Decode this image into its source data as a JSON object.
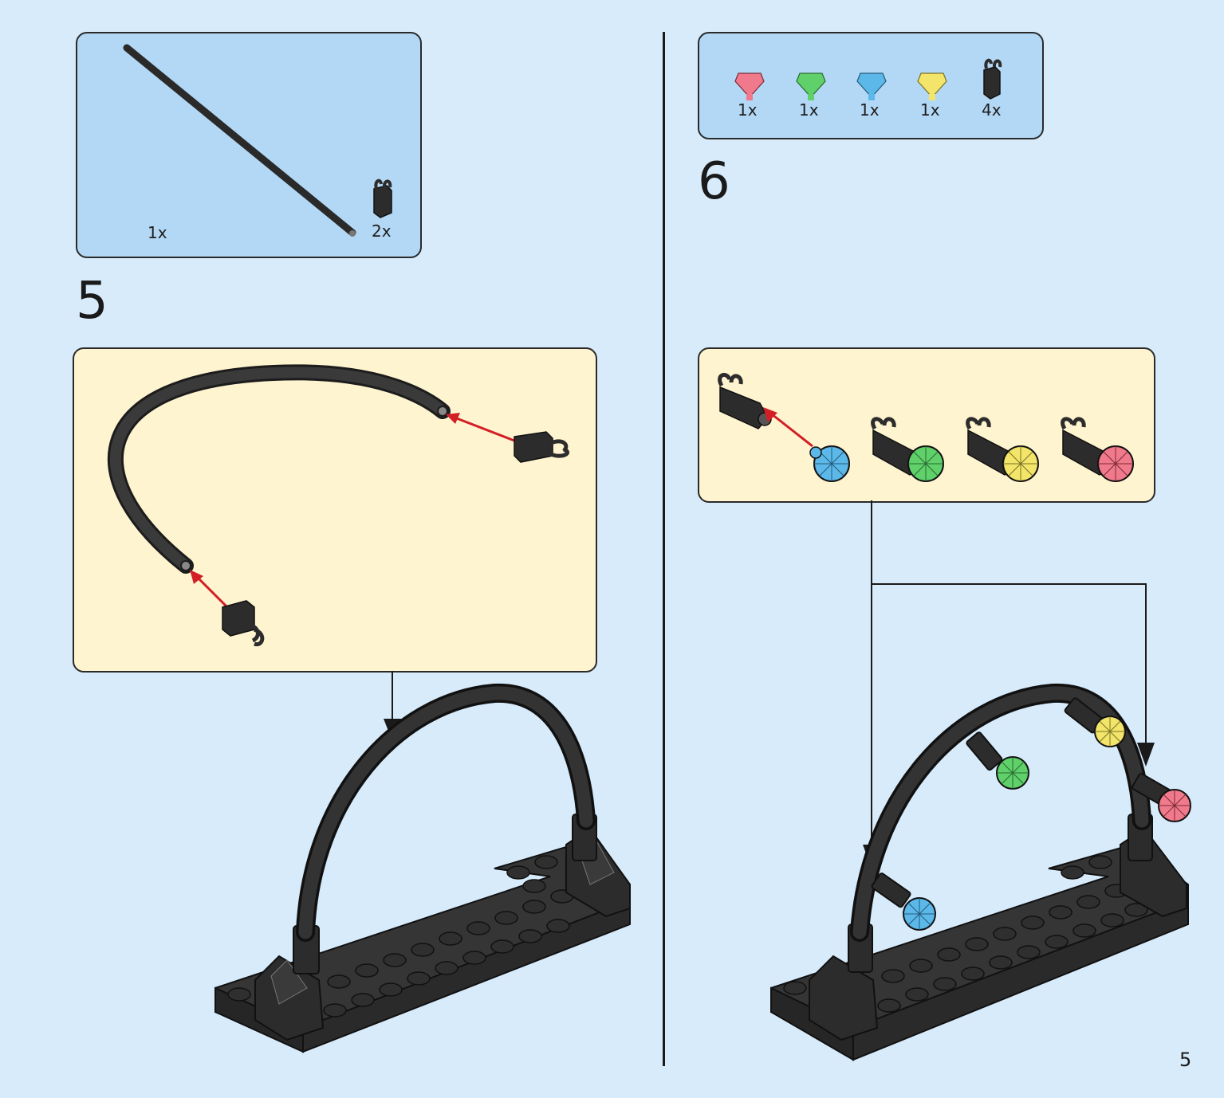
{
  "page_number": "5",
  "colors": {
    "background": "#d7ebfb",
    "parts_box": "#b3d8f5",
    "detail_box": "#fff4d0",
    "brick": "#2f2f2f",
    "arrow_red": "#d21f26",
    "gem_pink": "#f07a8c",
    "gem_green": "#5fd06a",
    "gem_blue": "#5cb8e8",
    "gem_yellow": "#f2e56a"
  },
  "step5": {
    "number": "5",
    "parts": [
      {
        "icon": "flexible-hose-icon",
        "qty": "1x"
      },
      {
        "icon": "clip-bar-icon",
        "qty": "2x"
      }
    ]
  },
  "step6": {
    "number": "6",
    "parts": [
      {
        "icon": "pink-gem-icon",
        "qty": "1x"
      },
      {
        "icon": "green-gem-icon",
        "qty": "1x"
      },
      {
        "icon": "blue-gem-icon",
        "qty": "1x"
      },
      {
        "icon": "yellow-gem-icon",
        "qty": "1x"
      },
      {
        "icon": "clip-bar-icon",
        "qty": "4x"
      }
    ]
  }
}
